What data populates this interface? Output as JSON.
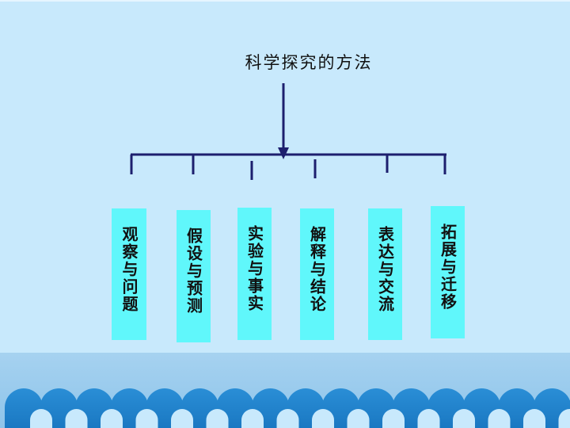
{
  "diagram": {
    "title": "科学探究的方法",
    "steps": [
      {
        "label": "观察与问题"
      },
      {
        "label": "假设与预测"
      },
      {
        "label": "实验与事实"
      },
      {
        "label": "解释与结论"
      },
      {
        "label": "表达与交流"
      },
      {
        "label": "拓展与迁移"
      }
    ]
  },
  "colors": {
    "background": "#c8e9fc",
    "box_fill": "#60f7fb",
    "connector": "#1d1f6e",
    "band": "#9ccbee",
    "wave": "#2b8fd4"
  }
}
